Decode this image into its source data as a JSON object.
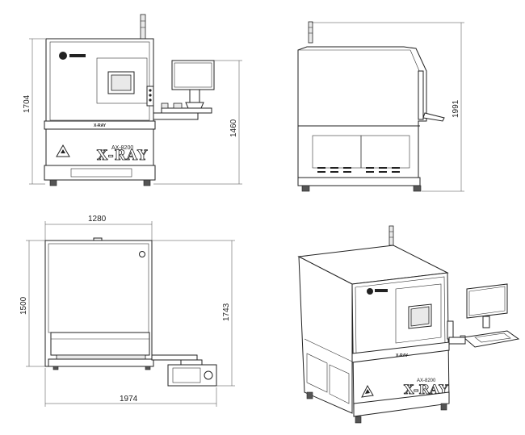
{
  "views": {
    "front": {
      "dim_height": "1704",
      "dim_table_height": "1460",
      "panel_label": "X-RAY",
      "model_label": "AX-8200",
      "brand_logo": "X-RAY"
    },
    "side": {
      "dim_height": "1991"
    },
    "top": {
      "dim_width": "1280",
      "dim_depth": "1500",
      "dim_depth_total": "1743",
      "dim_width_total": "1974"
    },
    "iso": {
      "panel_label": "X-RAY",
      "model_label": "AX-8200",
      "brand_logo": "X-RAY"
    }
  },
  "colors": {
    "line": "#222222",
    "background": "#ffffff",
    "panel_fill": "#e9e9e9"
  }
}
